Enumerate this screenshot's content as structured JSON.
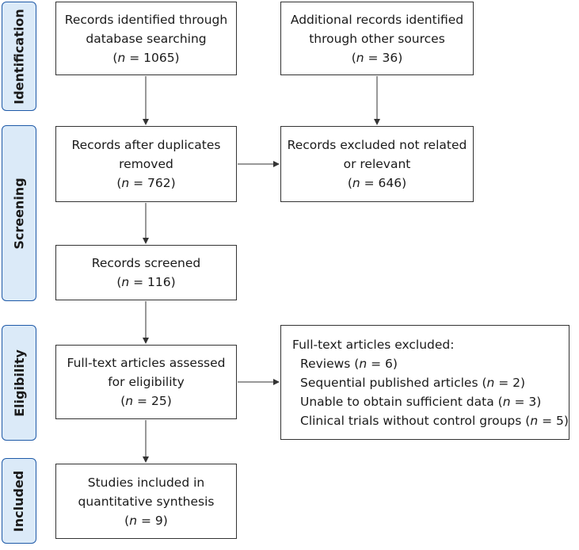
{
  "phases": {
    "identification": "Identification",
    "screening": "Screening",
    "eligibility": "Eligibility",
    "included": "Included"
  },
  "boxes": {
    "db_search": {
      "l1": "Records identified through",
      "l2": "database searching",
      "n_pre": "(",
      "n_var": "n",
      "n_post": " = 1065)"
    },
    "other_sources": {
      "l1": "Additional records identified",
      "l2": "through other sources",
      "n_pre": "(",
      "n_var": "n",
      "n_post": " = 36)"
    },
    "after_dupes": {
      "l1": "Records after duplicates",
      "l2": "removed",
      "n_pre": "(",
      "n_var": "n",
      "n_post": " = 762)"
    },
    "excluded_unrelated": {
      "l1": "Records excluded not related",
      "l2": "or relevant",
      "n_pre": "(",
      "n_var": "n",
      "n_post": " = 646)"
    },
    "screened": {
      "l1": "Records screened",
      "n_pre": "(",
      "n_var": "n",
      "n_post": " = 116)"
    },
    "fulltext_assessed": {
      "l1": "Full-text articles assessed",
      "l2": "for eligibility",
      "n_pre": "(",
      "n_var": "n",
      "n_post": " = 25)"
    },
    "fulltext_excluded": {
      "title": "Full-text articles excluded:",
      "reasons": [
        {
          "pre": "Reviews (",
          "var": "n",
          "post": " = 6)"
        },
        {
          "pre": "Sequential published articles (",
          "var": "n",
          "post": " = 2)"
        },
        {
          "pre": "Unable to obtain sufficient data (",
          "var": "n",
          "post": " = 3)"
        },
        {
          "pre": "Clinical trials without control groups (",
          "var": "n",
          "post": " = 5)"
        }
      ]
    },
    "included_studies": {
      "l1": "Studies included in",
      "l2": "quantitative synthesis",
      "n_pre": "(",
      "n_var": "n",
      "n_post": " = 9)"
    }
  }
}
